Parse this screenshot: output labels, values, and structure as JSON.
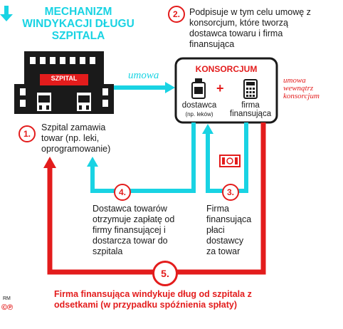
{
  "title": "MECHANIZM WINDYKACJI DŁUGU SZPITALA",
  "colors": {
    "cyan": "#19d3e3",
    "red": "#e31c1c",
    "dark": "#1a1a1a"
  },
  "hospital": {
    "sign": "SZPITAL"
  },
  "contract_label": "umowa",
  "consortium": {
    "title": "KONSORCJUM",
    "supplier": "dostawca",
    "supplier_note": "(np. leków)",
    "plus": "+",
    "financier": "firma finansująca"
  },
  "internal_contract": "umowa wewnątrz konsorcjum",
  "steps": [
    {
      "number": "1.",
      "text": "Szpital zamawia towar (np. leki, oprogramowanie)"
    },
    {
      "number": "2.",
      "text": "Podpisuje w tym celu umowę z konsorcjum, które tworzą dostawca towaru i firma finansująca"
    },
    {
      "number": "3.",
      "text": "Firma finansująca płaci dostawcy za towar"
    },
    {
      "number": "4.",
      "text": "Dostawca towarów otrzymuje zapłatę od firmy finansującej i dostarcza towar do szpitala"
    },
    {
      "number": "5.",
      "text": "Firma finansująca windykuje dług od szpitala z odsetkami (w przypadku spóźnienia spłaty)"
    }
  ],
  "credit": {
    "initials": "RM",
    "mark": "©℗"
  },
  "icons": [
    "arrow-down-icon",
    "hospital-building-icon",
    "medicine-bottle-icon",
    "calculator-icon",
    "banknote-icon"
  ]
}
